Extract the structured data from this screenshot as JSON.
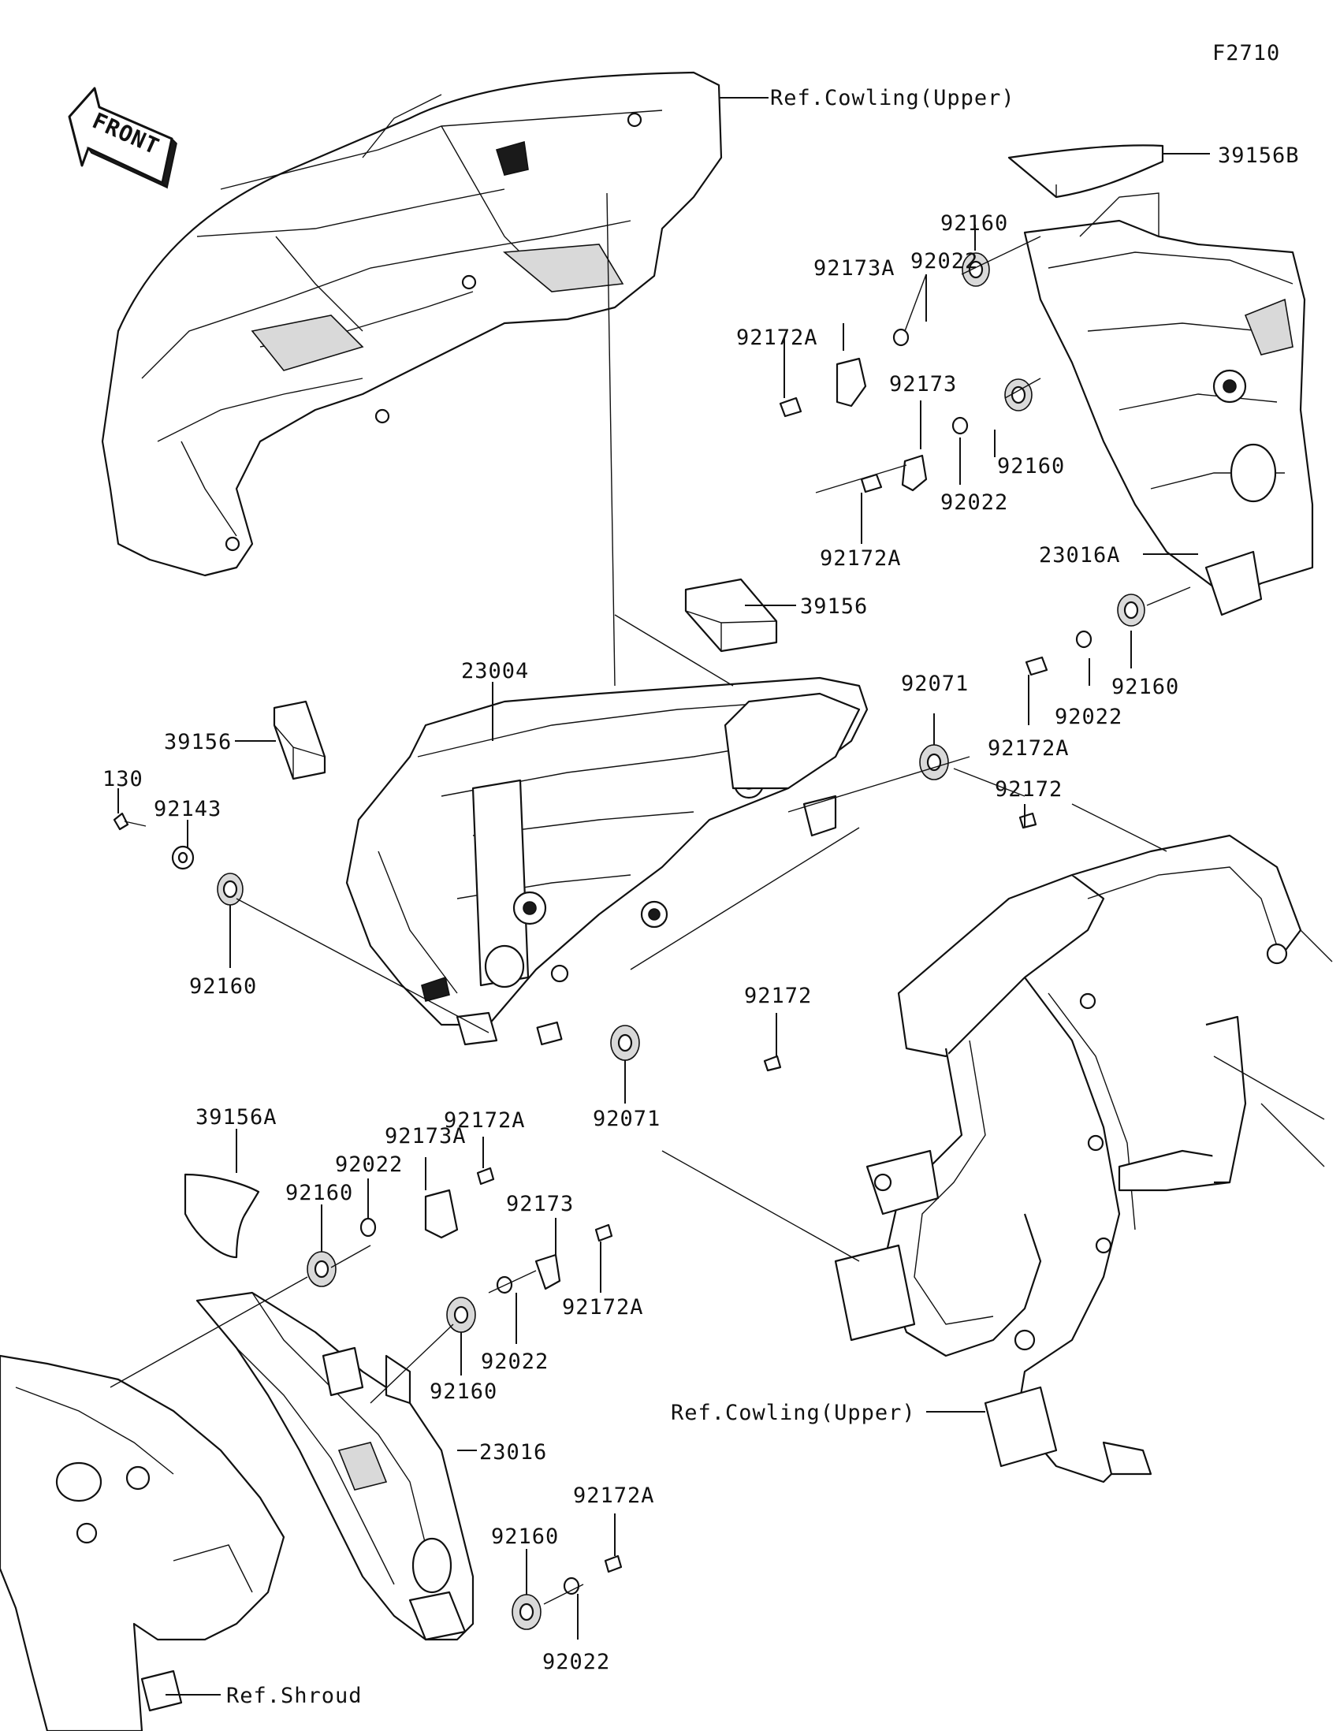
{
  "figure_id": "F2710",
  "front_label": "FRONT",
  "labels": {
    "ref_cowling_upper_top": "Ref.Cowling(Upper)",
    "p39156B": "39156B",
    "p92160_a": "92160",
    "p92022_a": "92022",
    "p92173A_a": "92173A",
    "p92172A_a": "92172A",
    "p92173_a": "92173",
    "p92160_b": "92160",
    "p92022_b": "92022",
    "p92172A_b": "92172A",
    "p23016A": "23016A",
    "p39156_top": "39156",
    "p92160_c": "92160",
    "p92022_c": "92022",
    "p92172A_c": "92172A",
    "p23004": "23004",
    "p92071_top": "92071",
    "p39156_left": "39156",
    "p92172_a": "92172",
    "p130": "130",
    "p92143": "92143",
    "p92160_d": "92160",
    "p92172_b": "92172",
    "p92071_bottom": "92071",
    "p39156A": "39156A",
    "p92172A_d": "92172A",
    "p92173A_b": "92173A",
    "p92022_d": "92022",
    "p92160_e": "92160",
    "p92173_b": "92173",
    "p92172A_e": "92172A",
    "p92022_e": "92022",
    "p92160_f": "92160",
    "ref_cowling_upper_bottom": "Ref.Cowling(Upper)",
    "p23016": "23016",
    "p92172A_f": "92172A",
    "p92160_g": "92160",
    "p92022_f": "92022",
    "ref_shroud": "Ref.Shroud"
  }
}
